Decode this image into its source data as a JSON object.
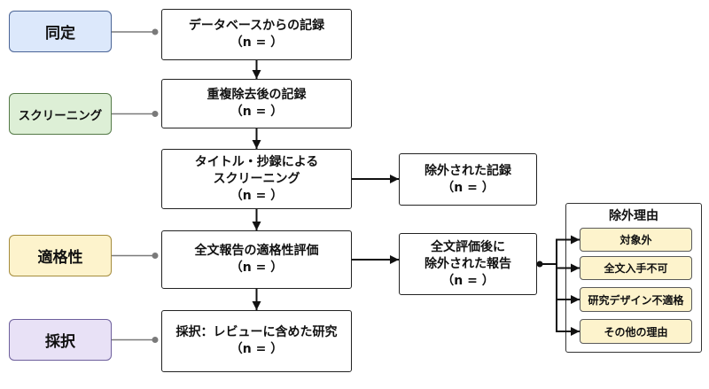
{
  "stages": {
    "identification": {
      "label": "同定",
      "fill": "#dce8fb",
      "border": "#4a6496"
    },
    "screening": {
      "label": "スクリーニング",
      "fill": "#ddefd6",
      "border": "#557a48"
    },
    "eligibility": {
      "label": "適格性",
      "fill": "#fdf3cc",
      "border": "#a58c3c"
    },
    "included": {
      "label": "採択",
      "fill": "#e8e1f6",
      "border": "#6d5f9c"
    }
  },
  "flow": {
    "database_records": {
      "lines": [
        "データベースからの記録"
      ],
      "count": "（n = ）"
    },
    "deduplicated_records": {
      "lines": [
        "重複除去後の記録"
      ],
      "count": "（n = ）"
    },
    "title_abstract_screening": {
      "lines": [
        "タイトル・抄録による",
        "スクリーニング"
      ],
      "count": "（n = ）"
    },
    "full_text_eligibility": {
      "lines": [
        "全文報告の適格性評価"
      ],
      "count": "（n = ）"
    },
    "included_studies": {
      "lines": [
        "採択：レビューに含めた研究"
      ],
      "count": "（n = ）"
    },
    "excluded_records": {
      "lines": [
        "除外された記録"
      ],
      "count": "（n = ）"
    },
    "excluded_reports": {
      "lines": [
        "全文評価後に",
        "除外された報告"
      ],
      "count": "（n = ）"
    }
  },
  "exclusion_reasons": {
    "title": "除外理由",
    "fill": "#fdf3cc",
    "items": [
      "対象外",
      "全文入手不可",
      "研究デザイン不適格",
      "その他の理由"
    ]
  }
}
